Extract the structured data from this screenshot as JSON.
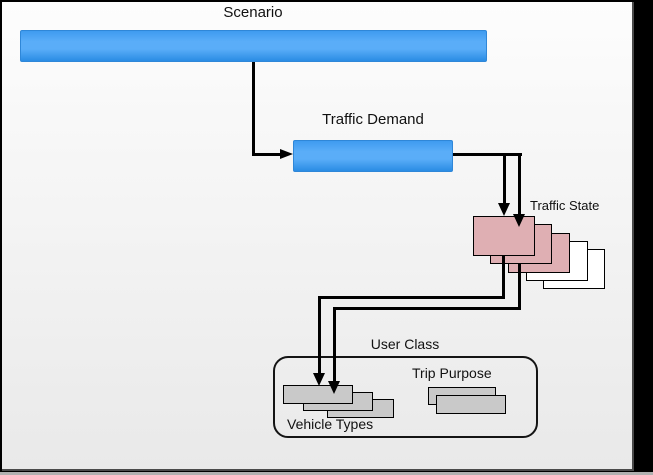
{
  "diagram": {
    "scenario_label": "Scenario",
    "traffic_demand_label": "Traffic Demand",
    "traffic_state_label": "Traffic State",
    "user_class_label": "User Class",
    "vehicle_types_label": "Vehicle Types",
    "trip_purpose_label": "Trip Purpose",
    "stacks": {
      "traffic_state": {
        "pink_boxes": 3,
        "white_boxes": 2
      },
      "vehicle_types": {
        "gray_boxes": 3
      },
      "trip_purpose": {
        "gray_boxes": 2
      }
    }
  },
  "colors": {
    "outer_background": "#000000",
    "frame_border": "#4a4a4a",
    "bottom_strip": "#b0b0b0",
    "canvas_top": "#fdfdfd",
    "canvas_bottom": "#e9e9e9",
    "bar_blue_top": "#3f9bf0",
    "bar_blue_mid": "#5aadf8",
    "bar_blue_bottom": "#2a8ce4",
    "bar_blue_border": "#2f87d8",
    "state_pink": "#dfafb3",
    "box_gray": "#c9c9c9",
    "box_white": "#ffffff",
    "line_color": "#000000",
    "text_color": "#111111"
  }
}
